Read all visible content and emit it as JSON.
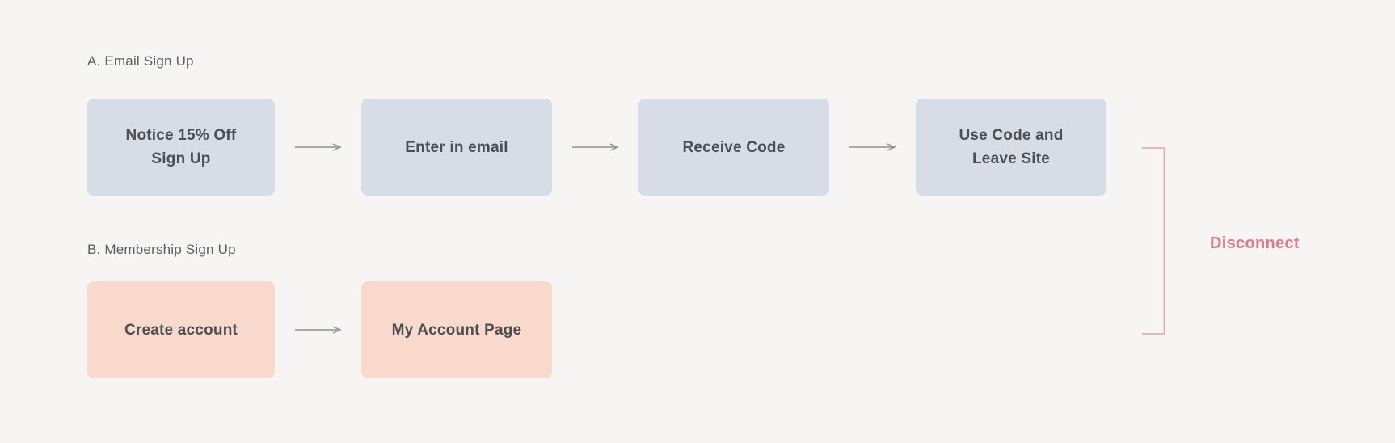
{
  "page": {
    "background": "#f6f5f3"
  },
  "flows": {
    "a": {
      "label": "A. Email Sign Up",
      "node_fill": "#d6dde6",
      "nodes": [
        {
          "label": "Notice 15% Off Sign Up"
        },
        {
          "label": "Enter in email"
        },
        {
          "label": "Receive Code"
        },
        {
          "label": "Use Code and Leave Site"
        }
      ]
    },
    "b": {
      "label": "B. Membership Sign Up",
      "node_fill": "#f8d9cb",
      "nodes": [
        {
          "label": "Create account"
        },
        {
          "label": "My Account Page"
        }
      ]
    }
  },
  "annotation": {
    "label": "Disconnect",
    "color": "#e0798b",
    "bracket_color": "#ec9dab"
  },
  "colors": {
    "arrow": "#8e9094",
    "node_text": "#4b4e53",
    "flow_label_text": "#5a5d61"
  }
}
